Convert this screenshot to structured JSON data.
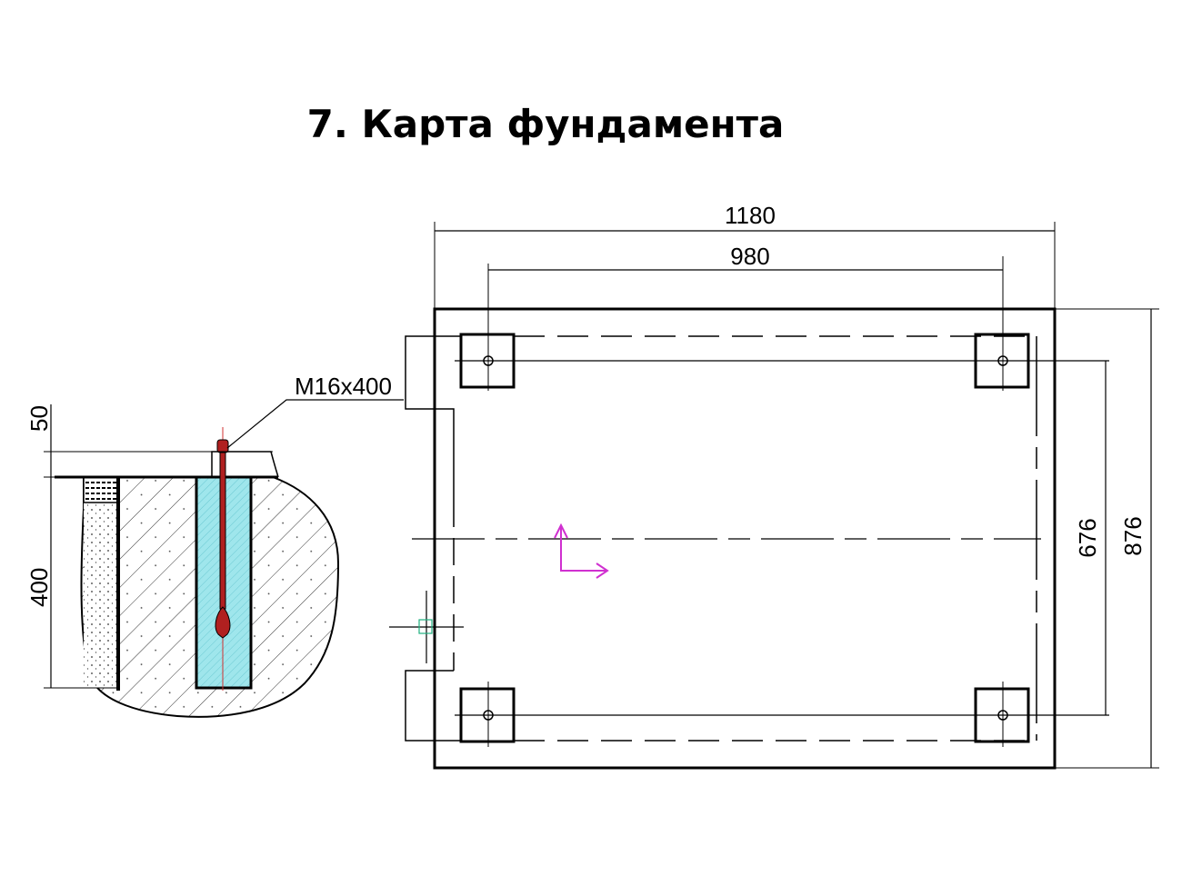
{
  "title": "7. Карта фундамента",
  "section": {
    "bolt_label": "M16x400",
    "dim_top": "50",
    "dim_depth": "400"
  },
  "plan": {
    "dim_outer_width": "1180",
    "dim_bolt_width": "980",
    "dim_bolt_depth": "676",
    "dim_outer_depth": "876"
  },
  "colors": {
    "line": "#000000",
    "bolt": "#b02020",
    "grout": "#8fe3ea",
    "axis": "#d030d0",
    "marker": "#20b080"
  }
}
